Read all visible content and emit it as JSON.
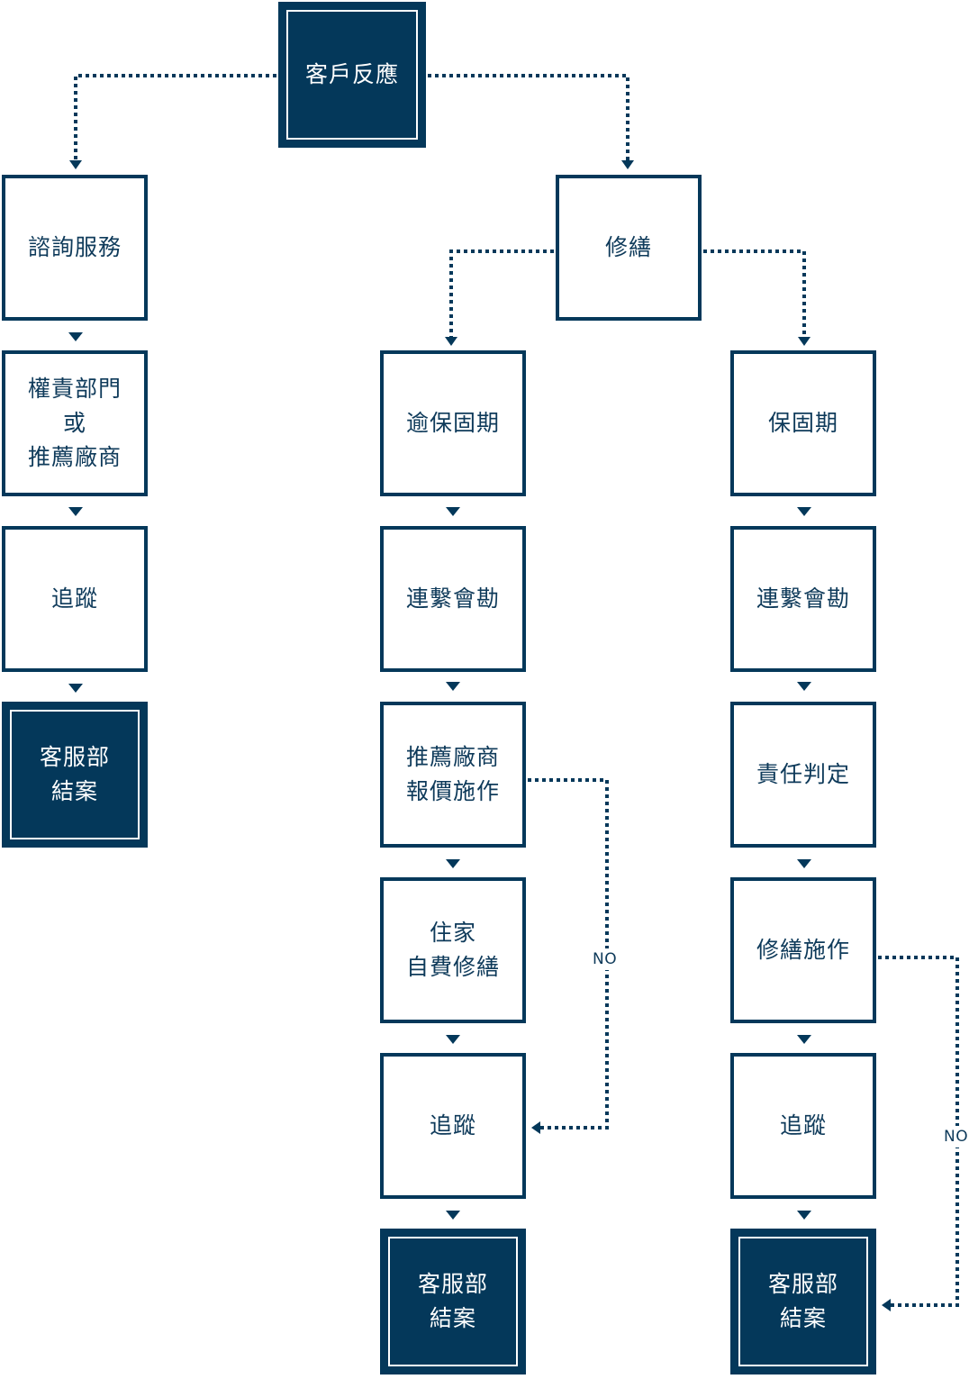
{
  "diagram": {
    "root": "客戶反應",
    "branches": {
      "consult": {
        "label": "諮詢服務",
        "steps": [
          [
            "權責部門",
            "或",
            "推薦廠商"
          ],
          [
            "追蹤"
          ],
          [
            "客服部",
            "結案"
          ]
        ]
      },
      "repair": {
        "label": "修繕",
        "expired": {
          "label": "逾保固期",
          "steps": [
            [
              "連繫會勘"
            ],
            [
              "推薦廠商",
              "報價施作"
            ],
            [
              "住家",
              "自費修繕"
            ],
            [
              "追蹤"
            ],
            [
              "客服部",
              "結案"
            ]
          ]
        },
        "warranty": {
          "label": "保固期",
          "steps": [
            [
              "連繫會勘"
            ],
            [
              "責任判定"
            ],
            [
              "修繕施作"
            ],
            [
              "追蹤"
            ],
            [
              "客服部",
              "結案"
            ]
          ]
        }
      }
    },
    "no_label": "NO"
  },
  "colors": {
    "primary": "#04385a",
    "text": "#0e3a5a",
    "background": "#ffffff"
  }
}
